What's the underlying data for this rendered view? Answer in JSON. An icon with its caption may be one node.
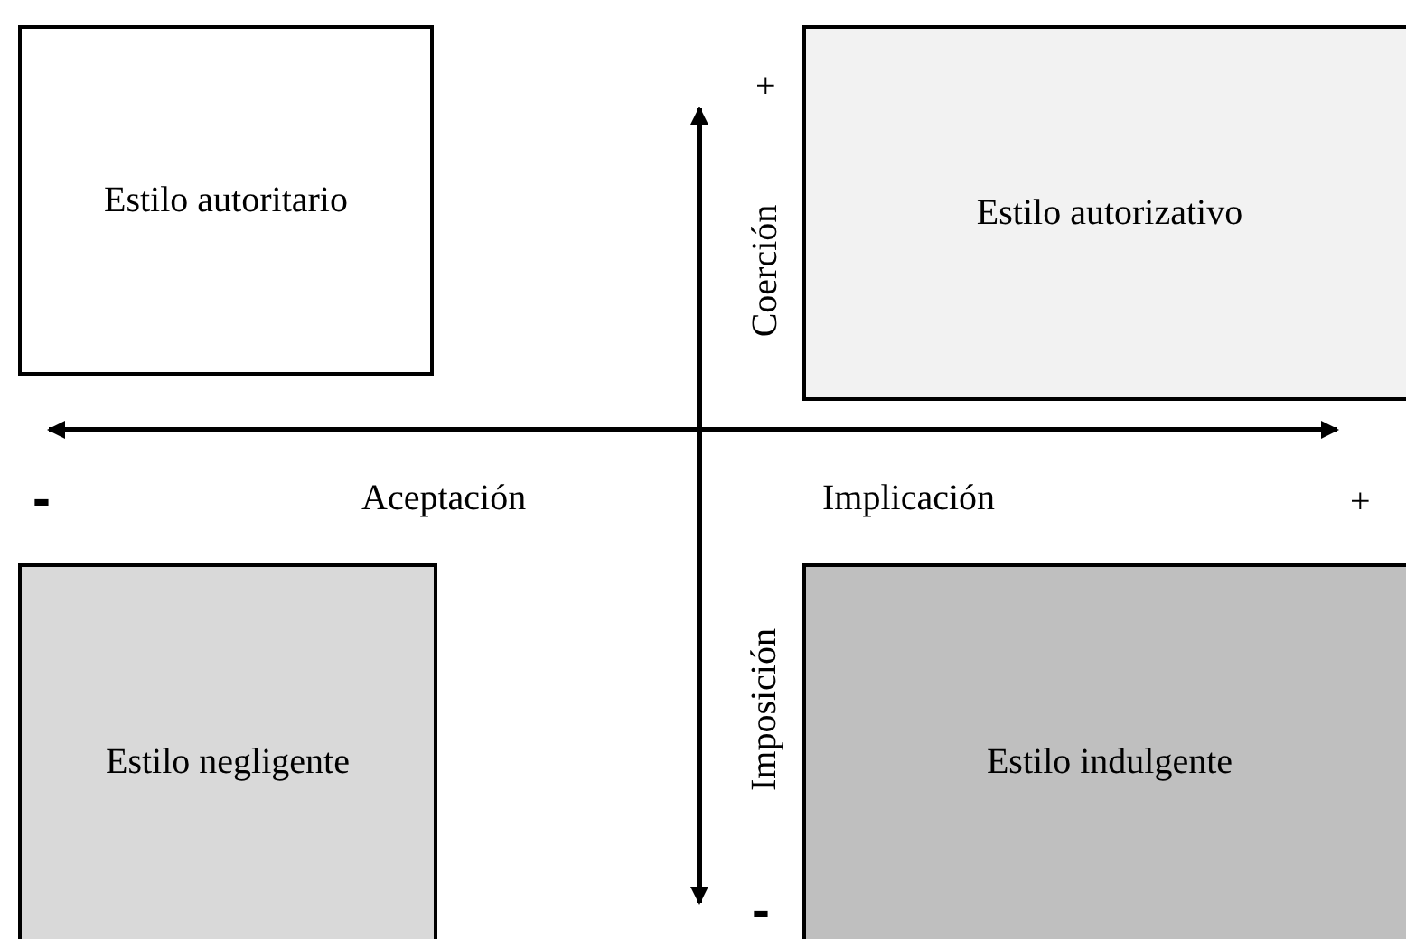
{
  "diagram": {
    "nodes": [
      {
        "text": [
          "Estilo autoritario"
        ]
      },
      {
        "text": [
          "Estilo autorizativo"
        ]
      },
      {
        "text": [
          "Estilo negligente"
        ]
      },
      {
        "text": [
          "Estilo indulgente"
        ]
      }
    ],
    "labels": [
      "+",
      "Coerción",
      "-",
      "Aceptación",
      "Implicación",
      "+",
      "Imposición",
      "-"
    ]
  }
}
